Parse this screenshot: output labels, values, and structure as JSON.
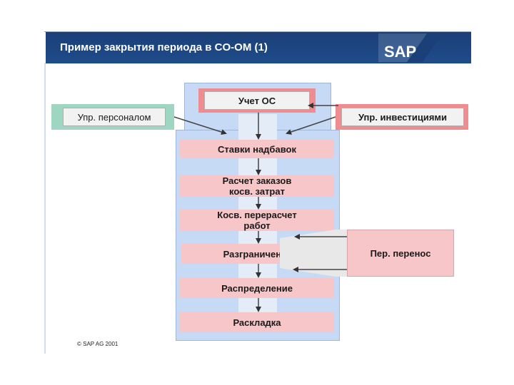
{
  "header": {
    "title": "Пример закрытия периода в CO-OM (1)",
    "logo": "SAP"
  },
  "nodes": {
    "asset_accounting": "Учет ОС",
    "personnel_mgmt": "Упр. персоналом",
    "investment_mgmt": "Упр. инвестициями",
    "overhead_rates": "Ставки надбавок",
    "overhead_orders_line1": "Расчет заказов",
    "overhead_orders_line2": "косв. затрат",
    "revaluation_line1": "Косв. перерасчет",
    "revaluation_line2": "работ",
    "accrual": "Разграничение",
    "distribution": "Распределение",
    "assessment": "Раскладка",
    "period_transfer": "Пер. перенос"
  },
  "footer": {
    "copyright": "© SAP AG 2001"
  },
  "colors": {
    "header": "#1e4c8a",
    "panel": "#c6d9f5",
    "step": "#f6c6c9",
    "green": "#9ed6c2",
    "red": "#ef8c8f"
  }
}
